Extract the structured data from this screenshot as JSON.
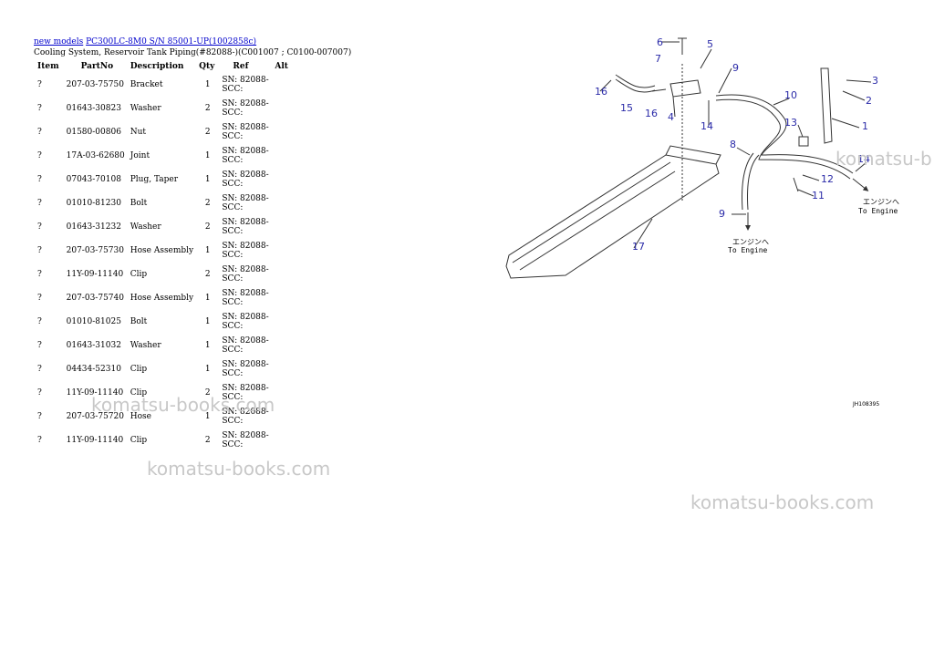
{
  "breadcrumb": {
    "link1": "new models",
    "link2": "PC300LC-8M0 S/N 85001-UP(1002858c)"
  },
  "subtitle": "Cooling System, Reservoir Tank Piping(#82088-)(C001007 ; C0100-007007)",
  "table": {
    "headers": [
      "Item",
      "PartNo",
      "Description",
      "Qty",
      "Ref",
      "Alt"
    ],
    "rows": [
      {
        "item": "?",
        "partno": "207-03-75750",
        "desc": "Bracket",
        "qty": "1",
        "ref": "SN: 82088-SCC:",
        "alt": ""
      },
      {
        "item": "?",
        "partno": "01643-30823",
        "desc": "Washer",
        "qty": "2",
        "ref": "SN: 82088-SCC:",
        "alt": ""
      },
      {
        "item": "?",
        "partno": "01580-00806",
        "desc": "Nut",
        "qty": "2",
        "ref": "SN: 82088-SCC:",
        "alt": ""
      },
      {
        "item": "?",
        "partno": "17A-03-62680",
        "desc": "Joint",
        "qty": "1",
        "ref": "SN: 82088-SCC:",
        "alt": ""
      },
      {
        "item": "?",
        "partno": "07043-70108",
        "desc": "Plug, Taper",
        "qty": "1",
        "ref": "SN: 82088-SCC:",
        "alt": ""
      },
      {
        "item": "?",
        "partno": "01010-81230",
        "desc": "Bolt",
        "qty": "2",
        "ref": "SN: 82088-SCC:",
        "alt": ""
      },
      {
        "item": "?",
        "partno": "01643-31232",
        "desc": "Washer",
        "qty": "2",
        "ref": "SN: 82088-SCC:",
        "alt": ""
      },
      {
        "item": "?",
        "partno": "207-03-75730",
        "desc": "Hose Assembly",
        "qty": "1",
        "ref": "SN: 82088-SCC:",
        "alt": ""
      },
      {
        "item": "?",
        "partno": "11Y-09-11140",
        "desc": "Clip",
        "qty": "2",
        "ref": "SN: 82088-SCC:",
        "alt": ""
      },
      {
        "item": "?",
        "partno": "207-03-75740",
        "desc": "Hose Assembly",
        "qty": "1",
        "ref": "SN: 82088-SCC:",
        "alt": ""
      },
      {
        "item": "?",
        "partno": "01010-81025",
        "desc": "Bolt",
        "qty": "1",
        "ref": "SN: 82088-SCC:",
        "alt": ""
      },
      {
        "item": "?",
        "partno": "01643-31032",
        "desc": "Washer",
        "qty": "1",
        "ref": "SN: 82088-SCC:",
        "alt": ""
      },
      {
        "item": "?",
        "partno": "04434-52310",
        "desc": "Clip",
        "qty": "1",
        "ref": "SN: 82088-SCC:",
        "alt": ""
      },
      {
        "item": "?",
        "partno": "11Y-09-11140",
        "desc": "Clip",
        "qty": "2",
        "ref": "SN: 82088-SCC:",
        "alt": ""
      },
      {
        "item": "?",
        "partno": "207-03-75720",
        "desc": "Hose",
        "qty": "1",
        "ref": "SN: 82088-SCC:",
        "alt": ""
      },
      {
        "item": "?",
        "partno": "11Y-09-11140",
        "desc": "Clip",
        "qty": "2",
        "ref": "SN: 82088-SCC:",
        "alt": ""
      }
    ]
  },
  "diagram": {
    "callouts": [
      "6",
      "5",
      "7",
      "9",
      "16",
      "15",
      "16",
      "4",
      "14",
      "10",
      "3",
      "2",
      "1",
      "13",
      "8",
      "12",
      "14",
      "11",
      "9",
      "17"
    ],
    "engine_jp": "エンジンへ",
    "engine_en": "To Engine",
    "drawing_id": "JH108395",
    "callout_color": "#2a2aa8"
  },
  "watermark": "komatsu-books.com",
  "watermark_clipped": "komatsu-b"
}
